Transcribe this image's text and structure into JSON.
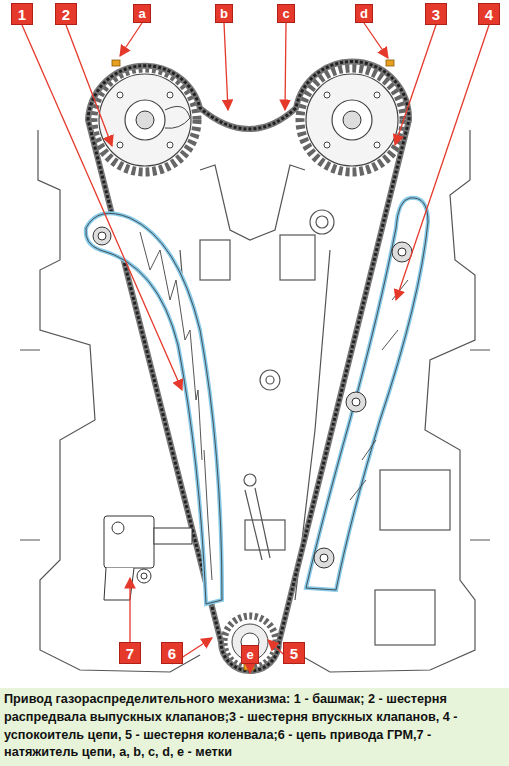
{
  "diagram": {
    "caption": "Привод газораспределительного механизма: 1 - башмак; 2 - шестерня распредвала выпускных клапанов;3 - шестерня впускных клапанов, 4 - успокоитель цепи, 5 - шестерня коленвала;6 - цепь привода ГРМ,7 - натяжитель цепи, a, b, c, d, e - метки",
    "nodes": [
      {
        "text": [
          "1"
        ]
      },
      {
        "text": [
          "2"
        ]
      },
      {
        "text": [
          "a"
        ]
      },
      {
        "text": [
          "b"
        ]
      },
      {
        "text": [
          "c"
        ]
      },
      {
        "text": [
          "d"
        ]
      },
      {
        "text": [
          "3"
        ]
      },
      {
        "text": [
          "4"
        ]
      },
      {
        "text": [
          "7"
        ]
      },
      {
        "text": [
          "6"
        ]
      },
      {
        "text": [
          "e"
        ]
      },
      {
        "text": [
          "5"
        ]
      }
    ]
  }
}
